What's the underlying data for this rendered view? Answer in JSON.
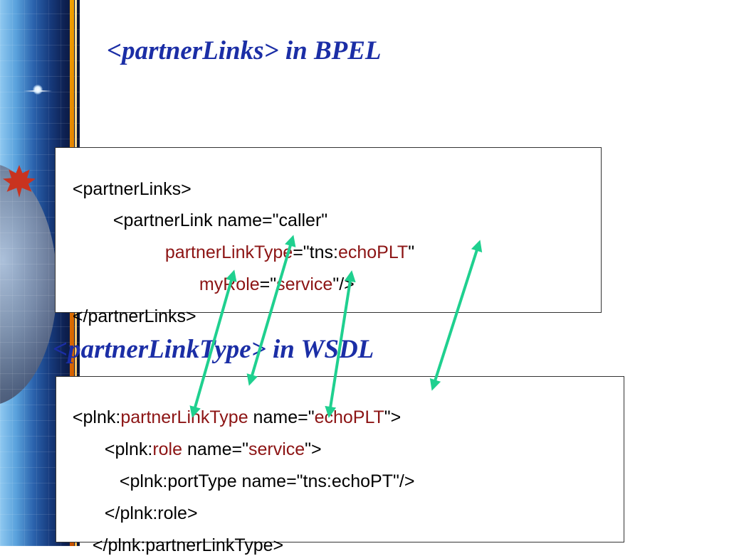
{
  "heading1": "<partnerLinks> in BPEL",
  "heading2": "<partnerLinkType> in WSDL",
  "bpel_lines": [
    [
      {
        "t": "<partnerLinks>",
        "c": "black"
      }
    ],
    [
      {
        "t": "<partnerLink name=\"caller\"",
        "c": "black"
      }
    ],
    [
      {
        "t": "partnerLinkType",
        "c": "red"
      },
      {
        "t": "=\"tns:",
        "c": "black"
      },
      {
        "t": "echoPLT",
        "c": "red"
      },
      {
        "t": "\"",
        "c": "black"
      }
    ],
    [
      {
        "t": "myRole",
        "c": "red"
      },
      {
        "t": "=\"",
        "c": "black"
      },
      {
        "t": "service",
        "c": "red"
      },
      {
        "t": "\"/>",
        "c": "black"
      }
    ],
    [
      {
        "t": "</partnerLinks>",
        "c": "black"
      }
    ]
  ],
  "wsdl_lines": [
    [
      {
        "t": "<plnk:",
        "c": "black"
      },
      {
        "t": "partnerLinkType",
        "c": "red"
      },
      {
        "t": " name=\"",
        "c": "black"
      },
      {
        "t": "echoPLT",
        "c": "red"
      },
      {
        "t": "\">",
        "c": "black"
      }
    ],
    [
      {
        "t": "<plnk:",
        "c": "black"
      },
      {
        "t": "role",
        "c": "red"
      },
      {
        "t": " name=\"",
        "c": "black"
      },
      {
        "t": "service",
        "c": "red"
      },
      {
        "t": "\">",
        "c": "black"
      }
    ],
    [
      {
        "t": "<plnk:portType name=\"tns:echoPT\"/>",
        "c": "black"
      }
    ],
    [
      {
        "t": "</plnk:role>",
        "c": "black"
      }
    ],
    [
      {
        "t": "</plnk:partnerLinkType>",
        "c": "black"
      }
    ]
  ],
  "colors": {
    "heading": "#1b2ea6",
    "keyword": "#8c1414",
    "arrow": "#1fd08f"
  }
}
